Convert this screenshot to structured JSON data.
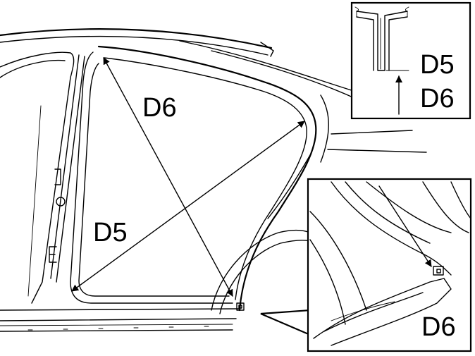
{
  "main_diagram": {
    "label_d6": "D6",
    "label_d5": "D5"
  },
  "inset_section": {
    "label_top": "D5",
    "label_bottom": "D6"
  },
  "inset_detail": {
    "label": "D6"
  },
  "colors": {
    "ink": "#000000",
    "background": "#ffffff"
  }
}
